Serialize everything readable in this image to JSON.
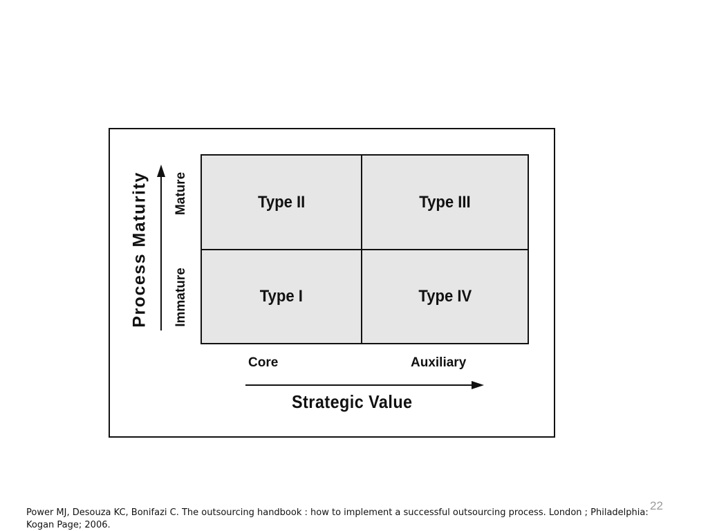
{
  "diagram": {
    "y_axis_title": "Process Maturity",
    "y_ticks": {
      "top": "Mature",
      "bottom": "Immature"
    },
    "x_ticks": {
      "left": "Core",
      "right": "Auxiliary"
    },
    "x_axis_title": "Strategic Value",
    "cells": {
      "top_left": "Type II",
      "top_right": "Type III",
      "bottom_left": "Type I",
      "bottom_right": "Type IV"
    },
    "colors": {
      "cell_fill": "#e6e6e6",
      "line": "#111111"
    }
  },
  "footer": {
    "page_number": "22",
    "citation_line1": "Power MJ, Desouza KC, Bonifazi C. The outsourcing handbook : how to implement a successful outsourcing process. London ; Philadelphia:",
    "citation_line2": "Kogan Page; 2006."
  }
}
